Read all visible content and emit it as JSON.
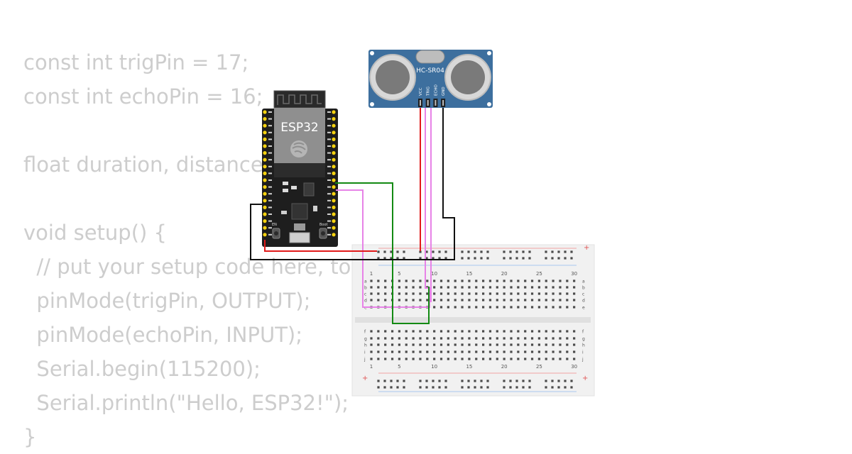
{
  "code_lines": [
    "const int trigPin = 17;",
    "const int echoPin = 16;",
    "",
    "float duration, distance;",
    "",
    "void setup() {",
    "  // put your setup code here, to run once:",
    "  pinMode(trigPin, OUTPUT);",
    "  pinMode(echoPin, INPUT);",
    "  Serial.begin(115200);",
    "  Serial.println(\"Hello, ESP32!\");",
    "}"
  ],
  "esp32": {
    "label": "ESP32",
    "boot_label": "Boot",
    "en_label": "EN"
  },
  "sensor": {
    "label": "HC-SR04",
    "pins": [
      "VCC",
      "TRIG",
      "ECHO",
      "GND"
    ]
  },
  "breadboard": {
    "col_numbers": [
      "1",
      "5",
      "10",
      "15",
      "20",
      "25",
      "30"
    ],
    "top_rows": [
      "a",
      "b",
      "c",
      "d",
      "e"
    ],
    "bottom_rows": [
      "f",
      "g",
      "h",
      "i",
      "j"
    ],
    "plus": "+",
    "minus": "−"
  },
  "colors": {
    "code_text": "#cdcdcd",
    "esp_board": "#1e1e1e",
    "esp_pin": "#f5d20f",
    "sensor_board": "#3d6f9e",
    "breadboard": "#f1f1f1",
    "wire_red": "#e11a1a",
    "wire_black": "#111111",
    "wire_green": "#138a13",
    "wire_pink": "#e783e7"
  }
}
